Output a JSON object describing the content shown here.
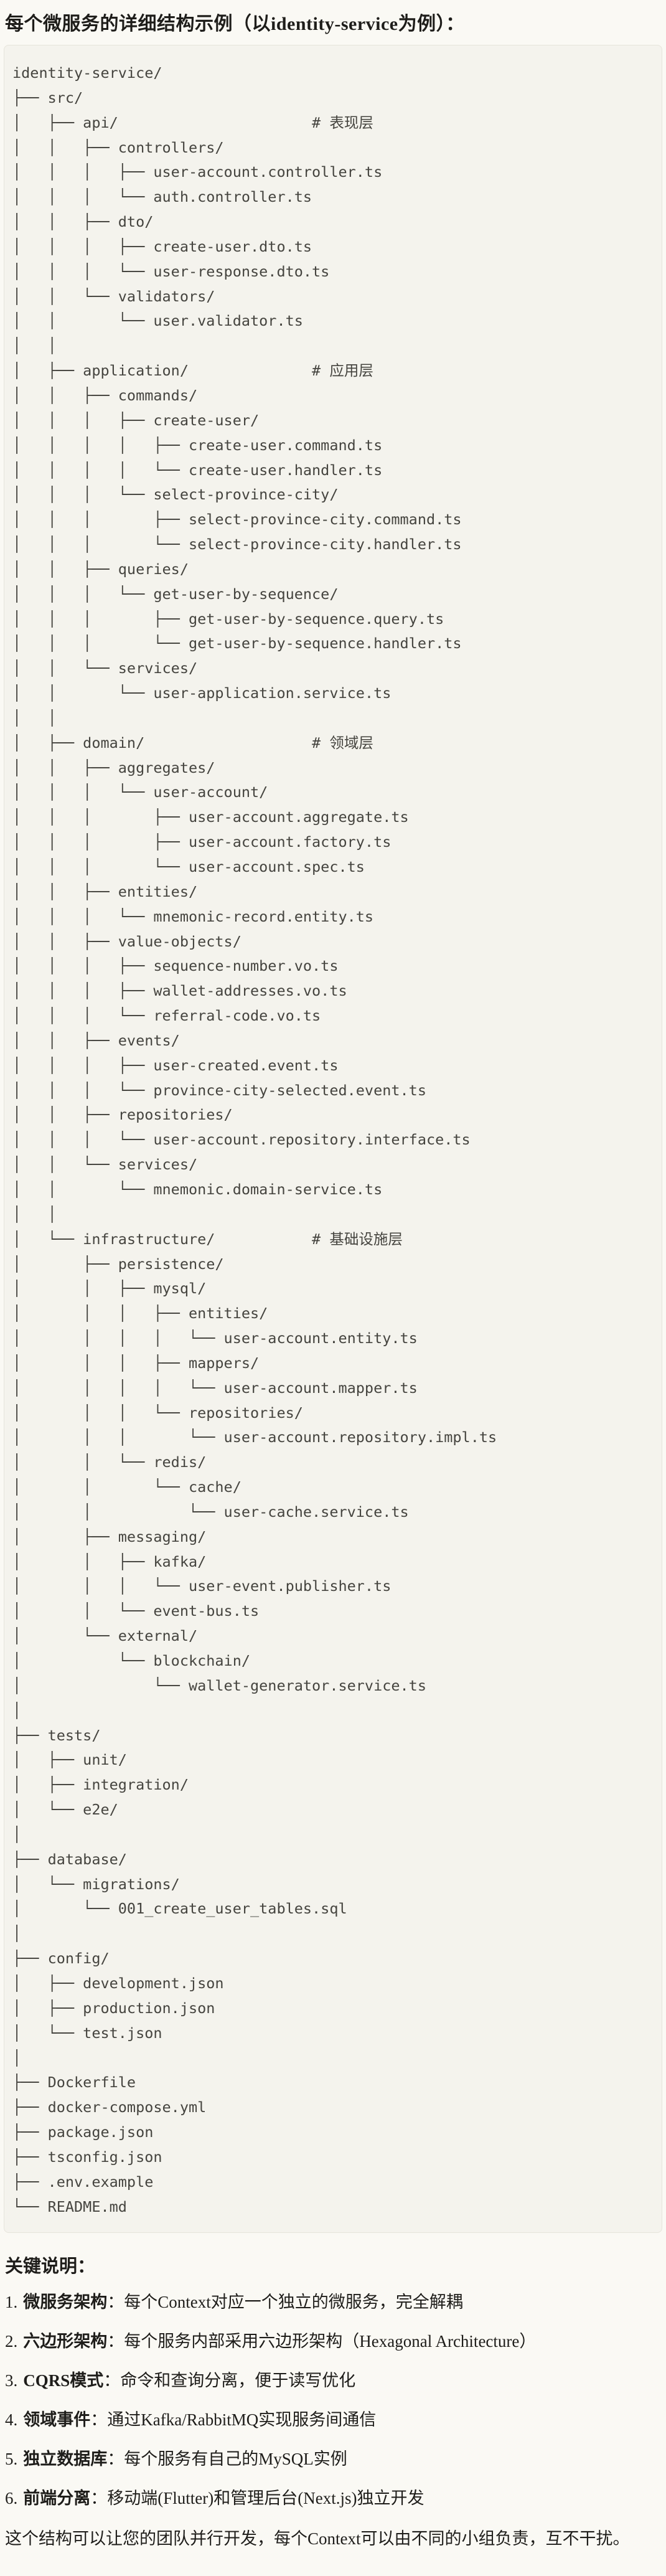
{
  "page": {
    "title": "每个微服务的详细结构示例（以identity-service为例）："
  },
  "colors": {
    "page_bg": "#FAF9F4",
    "code_bg": "#F4F3ED",
    "code_border": "#E6E4DB",
    "code_text": "#45443F",
    "body_text": "#1E1D1A"
  },
  "code_block": {
    "tree_lines": [
      "identity-service/",
      "├── src/",
      "│   ├── api/                      # 表现层",
      "│   │   ├── controllers/",
      "│   │   │   ├── user-account.controller.ts",
      "│   │   │   └── auth.controller.ts",
      "│   │   ├── dto/",
      "│   │   │   ├── create-user.dto.ts",
      "│   │   │   └── user-response.dto.ts",
      "│   │   └── validators/",
      "│   │       └── user.validator.ts",
      "│   │",
      "│   ├── application/              # 应用层",
      "│   │   ├── commands/",
      "│   │   │   ├── create-user/",
      "│   │   │   │   ├── create-user.command.ts",
      "│   │   │   │   └── create-user.handler.ts",
      "│   │   │   └── select-province-city/",
      "│   │   │       ├── select-province-city.command.ts",
      "│   │   │       └── select-province-city.handler.ts",
      "│   │   ├── queries/",
      "│   │   │   └── get-user-by-sequence/",
      "│   │   │       ├── get-user-by-sequence.query.ts",
      "│   │   │       └── get-user-by-sequence.handler.ts",
      "│   │   └── services/",
      "│   │       └── user-application.service.ts",
      "│   │",
      "│   ├── domain/                   # 领域层",
      "│   │   ├── aggregates/",
      "│   │   │   └── user-account/",
      "│   │   │       ├── user-account.aggregate.ts",
      "│   │   │       ├── user-account.factory.ts",
      "│   │   │       └── user-account.spec.ts",
      "│   │   ├── entities/",
      "│   │   │   └── mnemonic-record.entity.ts",
      "│   │   ├── value-objects/",
      "│   │   │   ├── sequence-number.vo.ts",
      "│   │   │   ├── wallet-addresses.vo.ts",
      "│   │   │   └── referral-code.vo.ts",
      "│   │   ├── events/",
      "│   │   │   ├── user-created.event.ts",
      "│   │   │   └── province-city-selected.event.ts",
      "│   │   ├── repositories/",
      "│   │   │   └── user-account.repository.interface.ts",
      "│   │   └── services/",
      "│   │       └── mnemonic.domain-service.ts",
      "│   │",
      "│   └── infrastructure/           # 基础设施层",
      "│       ├── persistence/",
      "│       │   ├── mysql/",
      "│       │   │   ├── entities/",
      "│       │   │   │   └── user-account.entity.ts",
      "│       │   │   ├── mappers/",
      "│       │   │   │   └── user-account.mapper.ts",
      "│       │   │   └── repositories/",
      "│       │   │       └── user-account.repository.impl.ts",
      "│       │   └── redis/",
      "│       │       └── cache/",
      "│       │           └── user-cache.service.ts",
      "│       ├── messaging/",
      "│       │   ├── kafka/",
      "│       │   │   └── user-event.publisher.ts",
      "│       │   └── event-bus.ts",
      "│       └── external/",
      "│           └── blockchain/",
      "│               └── wallet-generator.service.ts",
      "│",
      "├── tests/",
      "│   ├── unit/",
      "│   ├── integration/",
      "│   └── e2e/",
      "│",
      "├── database/",
      "│   └── migrations/",
      "│       └── 001_create_user_tables.sql",
      "│",
      "├── config/",
      "│   ├── development.json",
      "│   ├── production.json",
      "│   └── test.json",
      "│",
      "├── Dockerfile",
      "├── docker-compose.yml",
      "├── package.json",
      "├── tsconfig.json",
      "├── .env.example",
      "└── README.md"
    ]
  },
  "notes": {
    "heading": "关键说明：",
    "items": [
      {
        "num": "1.",
        "term": "微服务架构",
        "rest": "：每个Context对应一个独立的微服务，完全解耦"
      },
      {
        "num": "2.",
        "term": "六边形架构",
        "rest": "：每个服务内部采用六边形架构（Hexagonal Architecture）"
      },
      {
        "num": "3.",
        "term": "CQRS模式",
        "rest": "：命令和查询分离，便于读写优化"
      },
      {
        "num": "4.",
        "term": "领域事件",
        "rest": "：通过Kafka/RabbitMQ实现服务间通信"
      },
      {
        "num": "5.",
        "term": "独立数据库",
        "rest": "：每个服务有自己的MySQL实例"
      },
      {
        "num": "6.",
        "term": "前端分离",
        "rest": "：移动端(Flutter)和管理后台(Next.js)独立开发"
      }
    ],
    "footer": "这个结构可以让您的团队并行开发，每个Context可以由不同的小组负责，互不干扰。"
  }
}
